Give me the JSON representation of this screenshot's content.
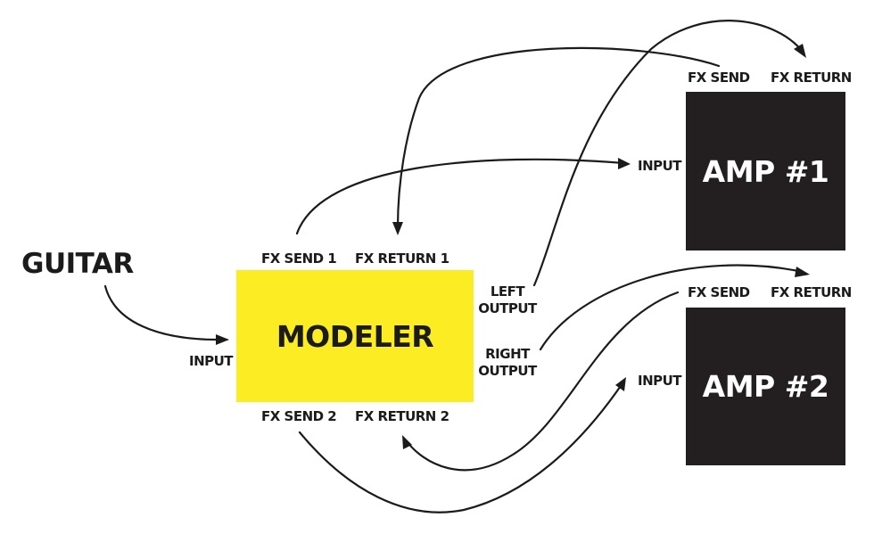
{
  "colors": {
    "modeler_fill": "#fcec24",
    "amp_fill": "#231f20",
    "line": "#1b1b1b",
    "background": "#ffffff"
  },
  "guitar": {
    "label": "GUITAR"
  },
  "modeler": {
    "label": "MODELER",
    "input_label": "INPUT",
    "fx_send_1": "FX SEND 1",
    "fx_return_1": "FX RETURN 1",
    "fx_send_2": "FX SEND 2",
    "fx_return_2": "FX RETURN 2",
    "left_output": "LEFT\nOUTPUT",
    "right_output": "RIGHT\nOUTPUT"
  },
  "amp1": {
    "label": "AMP #1",
    "fx_send": "FX SEND",
    "fx_return": "FX RETURN",
    "input": "INPUT"
  },
  "amp2": {
    "label": "AMP #2",
    "fx_send": "FX SEND",
    "fx_return": "FX RETURN",
    "input": "INPUT"
  }
}
